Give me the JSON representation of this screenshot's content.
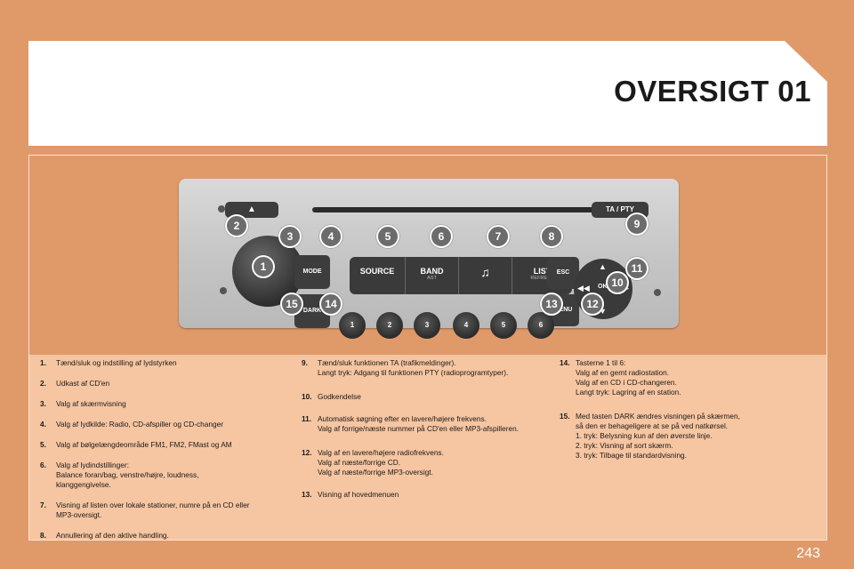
{
  "header": {
    "title": "OVERSIGT 01"
  },
  "radio": {
    "eject_label": "▲",
    "ta_pty_label": "TA / PTY",
    "mode_label": "MODE",
    "dark_label": "DARK",
    "source_label": "SOURCE",
    "band_label": "BAND",
    "band_sub": "AST",
    "note_label": "♫",
    "list_label": "LIST",
    "list_sub": "REFRESH",
    "esc_label": "ESC",
    "menu_label": "MENU",
    "ok_label": "OK",
    "presets": [
      "1",
      "2",
      "3",
      "4",
      "5",
      "6"
    ],
    "callouts": [
      "1",
      "2",
      "3",
      "4",
      "5",
      "6",
      "7",
      "8",
      "9",
      "10",
      "11",
      "12",
      "13",
      "14",
      "15"
    ]
  },
  "items_col1": [
    {
      "num": "1.",
      "lines": [
        "Tænd/sluk og indstilling af lydstyrken"
      ]
    },
    {
      "num": "2.",
      "lines": [
        "Udkast af CD'en"
      ]
    },
    {
      "num": "3.",
      "lines": [
        "Valg af skærmvisning"
      ]
    },
    {
      "num": "4.",
      "lines": [
        "Valg af lydkilde: Radio, CD-afspiller og CD-changer"
      ]
    },
    {
      "num": "5.",
      "lines": [
        "Valg af bølgelængdeområde FM1, FM2, FMast og AM"
      ]
    },
    {
      "num": "6.",
      "lines": [
        "Valg af lydindstillinger:",
        "Balance foran/bag, venstre/højre, loudness,",
        "klanggengivelse."
      ]
    },
    {
      "num": "7.",
      "lines": [
        "Visning af listen over lokale stationer, numre på en CD eller",
        "MP3-oversigt."
      ]
    },
    {
      "num": "8.",
      "lines": [
        "Annullering af den aktive handling."
      ]
    }
  ],
  "items_col2": [
    {
      "num": "9.",
      "lines": [
        "Tænd/sluk funktionen TA (trafikmeldinger).",
        "Langt tryk: Adgang til funktionen PTY (radioprogramtyper)."
      ]
    },
    {
      "num": "10.",
      "lines": [
        "Godkendelse"
      ]
    },
    {
      "num": "11.",
      "lines": [
        "Automatisk søgning efter en lavere/højere frekvens.",
        "Valg af forrige/næste nummer på CD'en eller MP3-afspilleren."
      ]
    },
    {
      "num": "12.",
      "lines": [
        "Valg af en lavere/højere radiofrekvens.",
        "Valg af næste/forrige CD.",
        "Valg af næste/forrige MP3-oversigt."
      ]
    },
    {
      "num": "13.",
      "lines": [
        "Visning af hovedmenuen"
      ]
    }
  ],
  "items_col3": [
    {
      "num": "14.",
      "lines": [
        "Tasterne 1 til 6:",
        "Valg af en gemt radiostation.",
        "Valg af en CD i CD-changeren.",
        "Langt tryk: Lagring af en station."
      ]
    },
    {
      "num": "15.",
      "lines": [
        "Med tasten DARK ændres visningen på skærmen,",
        "så den er behageligere at se på ved natkørsel.",
        "1. tryk: Belysning kun af den øverste linje.",
        "2. tryk: Visning af sort skærm.",
        "3. tryk: Tilbage til standardvisning."
      ]
    }
  ],
  "page_number": "243"
}
